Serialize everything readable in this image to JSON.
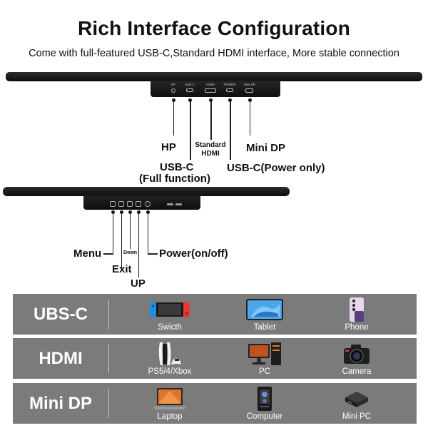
{
  "header": {
    "title": "Rich Interface Configuration",
    "subtitle": "Come with full-featured USB-C,Standard HDMI interface, More stable connection"
  },
  "top_panel": {
    "port_labels": [
      "HP",
      "USB C",
      "HDMI",
      "POWER",
      "Mini DP"
    ],
    "callouts": {
      "hp": "HP",
      "usbc_line1": "USB-C",
      "usbc_line2": "(Full function)",
      "hdmi_line1": "Standard",
      "hdmi_line2": "HDMI",
      "power": "USB-C(Power only)",
      "minidp": "Mini DP"
    }
  },
  "bottom_panel": {
    "callouts": {
      "menu": "Menu",
      "exit": "Exit",
      "down": "Down",
      "up": "UP",
      "power": "Power(on/off)"
    }
  },
  "rows": [
    {
      "label": "UBS-C",
      "devices": [
        {
          "name": "Swicth",
          "icon": "switch-console-icon"
        },
        {
          "name": "Tablet",
          "icon": "tablet-icon"
        },
        {
          "name": "Phone",
          "icon": "phone-icon"
        }
      ]
    },
    {
      "label": "HDMI",
      "devices": [
        {
          "name": "PS5/4/Xbox",
          "icon": "game-console-icon"
        },
        {
          "name": "PC",
          "icon": "desktop-pc-icon"
        },
        {
          "name": "Camera",
          "icon": "camera-icon"
        }
      ]
    },
    {
      "label": "Mini DP",
      "devices": [
        {
          "name": "Laptop",
          "icon": "laptop-icon"
        },
        {
          "name": "Computer",
          "icon": "computer-tower-icon"
        },
        {
          "name": "Mini PC",
          "icon": "mini-pc-icon"
        }
      ]
    }
  ],
  "colors": {
    "row_background": "#7b7b7b",
    "row_text": "#ffffff",
    "bar": "#111111"
  }
}
